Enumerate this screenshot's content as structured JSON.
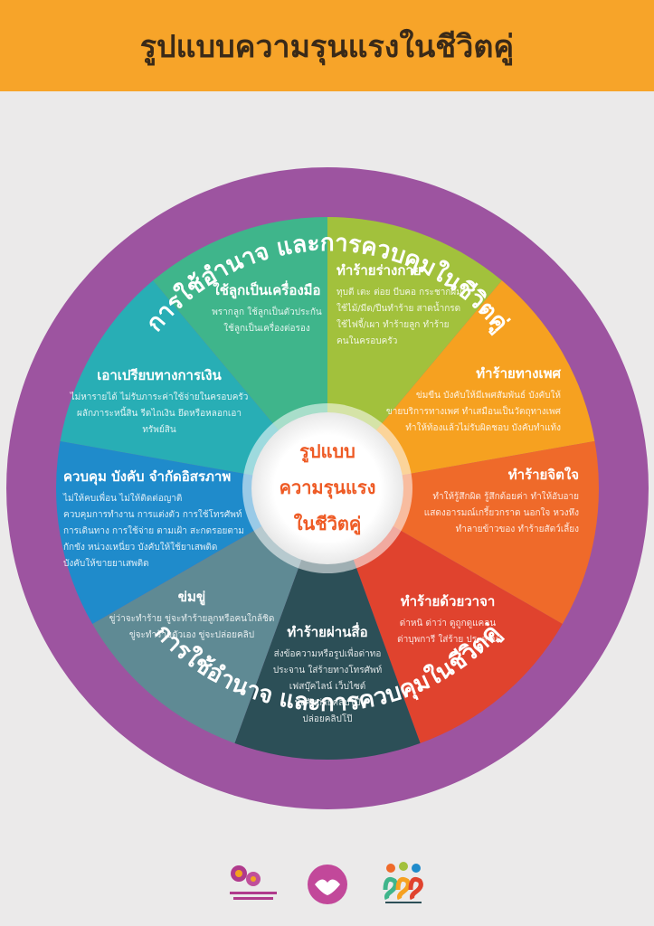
{
  "title": "รูปแบบความรุนแรงในชีวิตคู่",
  "ring": {
    "top_text": "การใช้อำนาจ และการควบคุมในชีวิตคู่",
    "bottom_text": "การใช้อำนาจ และการควบคุมในชีวิตคู่",
    "color": "#9d54a0"
  },
  "center": {
    "lines": [
      "รูปแบบ",
      "ความรุนแรง",
      "ในชีวิตคู่"
    ],
    "color": "#ee5a24"
  },
  "segments": [
    {
      "title": "ทำร้ายร่างกาย",
      "lines": [
        "ทุบตี เตะ ต่อย บีบคอ กระชากผม",
        "ใช้ไม้/มีด/ปืนทำร้าย สาดน้ำกรด",
        "ใช้ไฟจี้/เผา ทำร้ายลูก ทำร้าย",
        "คนในครอบครัว"
      ],
      "color": "#a2c13c"
    },
    {
      "title": "ทำร้ายทางเพศ",
      "lines": [
        "ข่มขืน บังคับให้มีเพศสัมพันธ์ บังคับให้",
        "ขายบริการทางเพศ ทำเสมือนเป็นวัตถุทางเพศ",
        "ทำให้ท้องแล้วไม่รับผิดชอบ บังคับทำแท้ง"
      ],
      "color": "#f6a120"
    },
    {
      "title": "ทำร้ายจิตใจ",
      "lines": [
        "ทำให้รู้สึกผิด รู้สึกด้อยค่า ทำให้อับอาย",
        "แสดงอารมณ์เกรี้ยวกราด นอกใจ หวงหึง",
        "ทำลายข้าวของ ทำร้ายสัตว์เลี้ยง"
      ],
      "color": "#ef6a2a"
    },
    {
      "title": "ทำร้ายด้วยวาจา",
      "lines": [
        "ด่าหนิ ด่าว่า ดูถูกดูแคลน",
        "ด่าบุพการี ใส่ร้าย ประจาน"
      ],
      "color": "#e0432e"
    },
    {
      "title": "ทำร้ายผ่านสื่อ",
      "lines": [
        "ส่งข้อความหรือรูปเพื่อด่าทอ",
        "ประจาน ใส่ร้ายทางโทรศัพท์",
        "เฟสบุ๊คไลน์ เว็บไซต์",
        "บังคับถ่ายคลิปโป๊",
        "ปล่อยคลิปโป๊"
      ],
      "color": "#2c4f57"
    },
    {
      "title": "ข่มขู่",
      "lines": [
        "ขู่ว่าจะทำร้าย ขู่จะทำร้ายลูกหรือคนใกล้ชิด",
        "ขู่จะทำร้ายตัวเอง ขู่จะปล่อยคลิป"
      ],
      "color": "#5f8a94"
    },
    {
      "title": "ควบคุม บังคับ จำกัดอิสรภาพ",
      "lines": [
        "ไม่ให้คบเพื่อน ไม่ให้ติดต่อญาติ",
        "ควบคุมการทำงาน การแต่งตัว การใช้โทรศัพท์",
        "การเดินทาง การใช้จ่าย ตามเฝ้า สะกดรอยตาม",
        "กักขัง หน่วงเหนี่ยว บังคับให้ใช้ยาเสพติด",
        "บังคับให้ขายยาเสพติด"
      ],
      "color": "#1f8bcb"
    },
    {
      "title": "เอาเปรียบทางการเงิน",
      "lines": [
        "ไม่หารายได้ ไม่รับภาระค่าใช้จ่ายในครอบครัว",
        "ผลักภาระหนี้สิน รีดไถเงิน ยึดหรือหลอกเอา",
        "ทรัพย์สิน"
      ],
      "color": "#28aeb5"
    },
    {
      "title": "ใช้ลูกเป็นเครื่องมือ",
      "lines": [
        "พรากลูก ใช้ลูกเป็นตัวประกัน",
        "ใช้ลูกเป็นเครื่องต่อรอง"
      ],
      "color": "#3fb58b"
    }
  ]
}
